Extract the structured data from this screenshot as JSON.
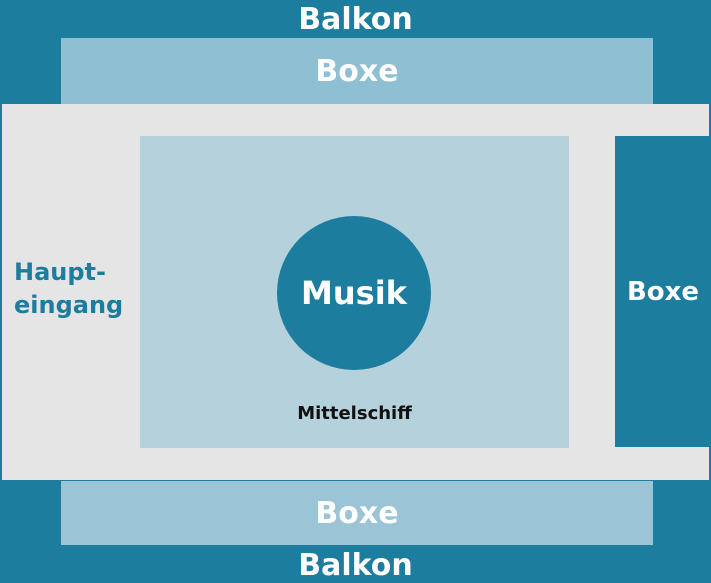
{
  "balcony_top": {
    "label": "Balkon"
  },
  "box_top": {
    "label": "Boxe"
  },
  "main_entrance": {
    "line1": "Haupt-",
    "line2": "eingang"
  },
  "nave": {
    "label": "Mittelschiff"
  },
  "music": {
    "label": "Musik"
  },
  "box_right": {
    "label": "Boxe"
  },
  "box_bottom": {
    "label": "Boxe"
  },
  "balcony_bottom": {
    "label": "Balkon"
  },
  "colors": {
    "dark_teal": "#1d7d9e",
    "light_blue": "#b4d1dc",
    "box_blue": "#8fbfd2",
    "floor_gray": "#e5e5e5"
  }
}
